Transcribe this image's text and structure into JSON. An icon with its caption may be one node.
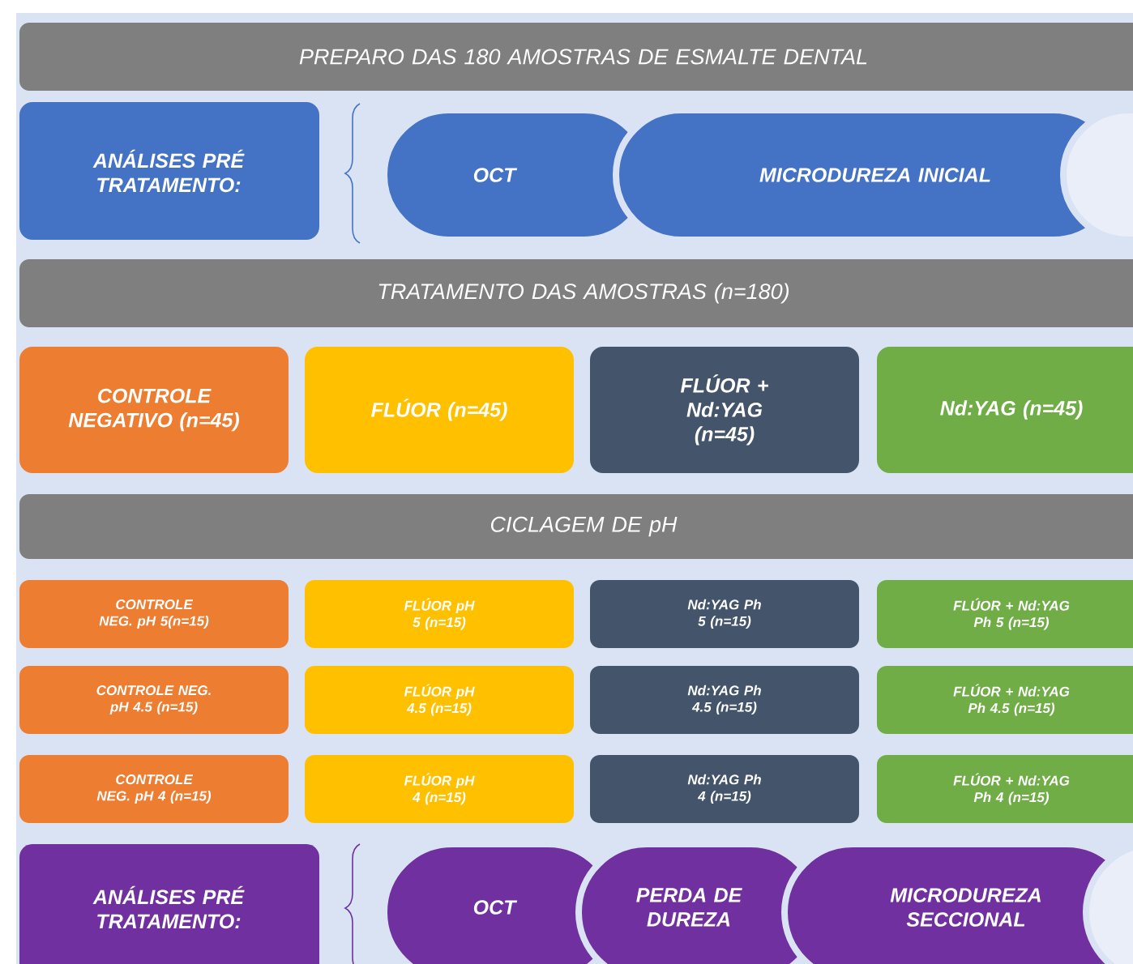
{
  "diagram": {
    "nodes": [
      {
        "text": [
          "PREPARO DAS 180 AMOSTRAS DE ESMALTE DENTAL"
        ]
      },
      {
        "text": [
          "ANÁLISES PRÉ TRATAMENTO:"
        ]
      },
      {
        "text": [
          "OCT"
        ]
      },
      {
        "text": [
          "MICRODUREZA INICIAL"
        ]
      },
      {
        "text": [],
        "shape": "box"
      },
      {
        "text": [
          "TRATAMENTO DAS AMOSTRAS (n=180)"
        ]
      },
      {
        "text": [
          "CONTROLE NEGATIVO (n=45)"
        ]
      },
      {
        "text": [
          "FLÚOR (n=45)"
        ]
      },
      {
        "text": [
          "FLÚOR + Nd:YAG (n=45)"
        ]
      },
      {
        "text": [
          "Nd:YAG (n=45)"
        ]
      },
      {
        "text": [
          "CICLAGEM DE pH"
        ]
      },
      {
        "text": [
          "CONTROLE NEG. pH 5(n=15)"
        ]
      },
      {
        "text": [
          "FLÚOR pH 5 (n=15)"
        ]
      },
      {
        "text": [
          "Nd:YAG Ph 5 (n=15)"
        ]
      },
      {
        "text": [
          "FLÚOR + Nd:YAG Ph 5 (n=15)"
        ]
      },
      {
        "text": [
          "CONTROLE NEG. pH 4.5 (n=15)"
        ]
      },
      {
        "text": [
          "FLÚOR pH 4.5 (n=15)"
        ]
      },
      {
        "text": [
          "Nd:YAG Ph 4.5 (n=15)"
        ]
      },
      {
        "text": [
          "FLÚOR + Nd:YAG Ph 4.5 (n=15)"
        ]
      },
      {
        "text": [
          "CONTROLE NEG. pH 4 (n=15)"
        ]
      },
      {
        "text": [
          "FLÚOR pH 4 (n=15)"
        ]
      },
      {
        "text": [
          "Nd:YAG Ph 4 (n=15)"
        ]
      },
      {
        "text": [
          "FLÚOR + Nd:YAG Ph 4 (n=15)"
        ]
      },
      {
        "text": [
          "ANÁLISES PRÉ TRATAMENTO:"
        ]
      },
      {
        "text": [
          "OCT"
        ]
      },
      {
        "text": [
          "PERDA DE DUREZA"
        ]
      },
      {
        "text": [
          "MICRODUREZA SECCIONAL"
        ]
      },
      {
        "text": [],
        "shape": "box"
      }
    ]
  }
}
